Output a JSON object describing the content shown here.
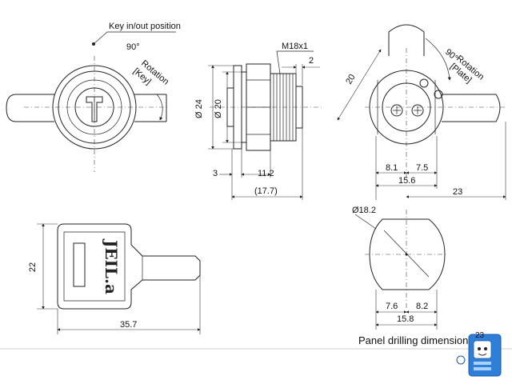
{
  "front_view": {
    "label": "Key in/out position",
    "angle": "90°",
    "rotation": "Rotation",
    "rotation_sub": "[Key]"
  },
  "side_view": {
    "thread": "M18x1",
    "dim_flange": "2",
    "dim_outer_dia": "Ø 24",
    "dim_inner_dia": "Ø 20",
    "dim_front": "3",
    "dim_body": "11.2",
    "dim_total": "(17.7)"
  },
  "rear_view": {
    "dim_diag": "20",
    "angle": "90°",
    "rotation": "Rotation",
    "rotation_sub": "[Plate]",
    "dim_left": "8.1",
    "dim_right": "7.5",
    "dim_width": "15.6",
    "dim_cam": "23"
  },
  "key_view": {
    "brand": "JEIL.a",
    "dim_height": "22",
    "dim_length": "35.7"
  },
  "panel_view": {
    "dia": "Ø18.2",
    "dim_left": "7.6",
    "dim_right": "8.2",
    "dim_width": "15.8",
    "caption": "Panel drilling dimensions"
  },
  "mascot": {
    "badge": "23"
  }
}
